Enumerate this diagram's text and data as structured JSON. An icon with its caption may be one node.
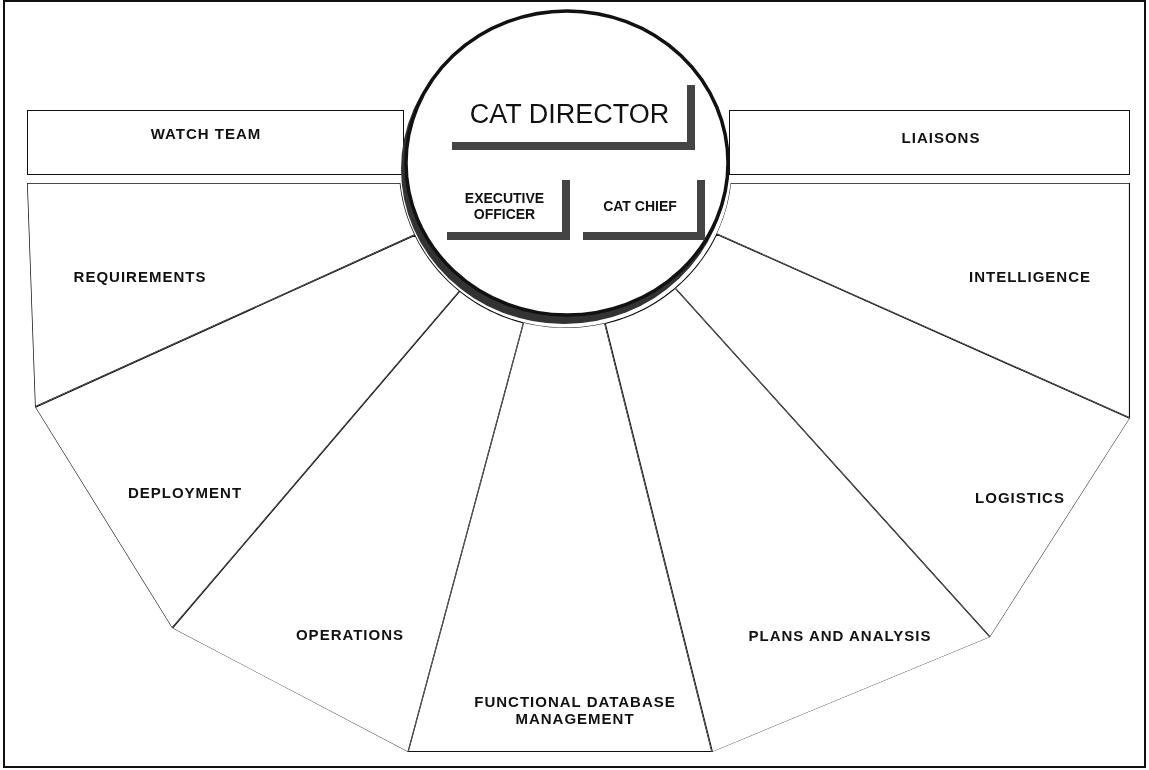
{
  "diagram": {
    "nodes": [
      {
        "text": [],
        "shape": "circle"
      },
      {
        "text": [
          "CAT DIRECTOR"
        ],
        "in": 0
      },
      {
        "text": [
          "EXECUTIVE OFFICER"
        ],
        "in": 0
      },
      {
        "text": [
          "CAT CHIEF"
        ],
        "in": 0
      },
      {
        "text": [
          "WATCH TEAM"
        ]
      },
      {
        "text": [
          "LIAISONS"
        ]
      },
      {
        "text": [
          "REQUIREMENTS"
        ]
      },
      {
        "text": [
          "INTELLIGENCE"
        ]
      },
      {
        "text": [
          "DEPLOYMENT"
        ]
      },
      {
        "text": [
          "LOGISTICS"
        ]
      },
      {
        "text": [
          "OPERATIONS"
        ]
      },
      {
        "text": [
          "PLANS AND ANALYSIS"
        ]
      },
      {
        "text": [
          "FUNCTIONAL DATABASE MANAGEMENT"
        ]
      }
    ]
  }
}
